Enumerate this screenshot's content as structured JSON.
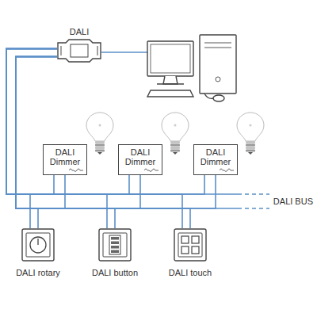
{
  "diagram": {
    "nodes": [
      {
        "text": [
          "DALI"
        ]
      },
      {
        "text": [
          "DALI Dimmer"
        ]
      },
      {
        "text": [
          "DALI Dimmer"
        ]
      },
      {
        "text": [
          "DALI Dimmer"
        ]
      },
      {
        "text": [
          "DALI rotary"
        ]
      },
      {
        "text": [
          "DALI button"
        ]
      },
      {
        "text": [
          "DALI touch"
        ]
      }
    ],
    "edges": [
      {
        "from": 0,
        "to": 1,
        "arrow": "none"
      },
      {
        "from": 0,
        "to": 2,
        "arrow": "none"
      },
      {
        "from": 0,
        "to": 3,
        "arrow": "none"
      },
      {
        "from": 0,
        "to": 4,
        "arrow": "none"
      },
      {
        "from": 0,
        "to": 5,
        "arrow": "none"
      },
      {
        "from": 0,
        "to": 6,
        "arrow": "none"
      }
    ],
    "labels": [
      "DALI BUS"
    ]
  }
}
